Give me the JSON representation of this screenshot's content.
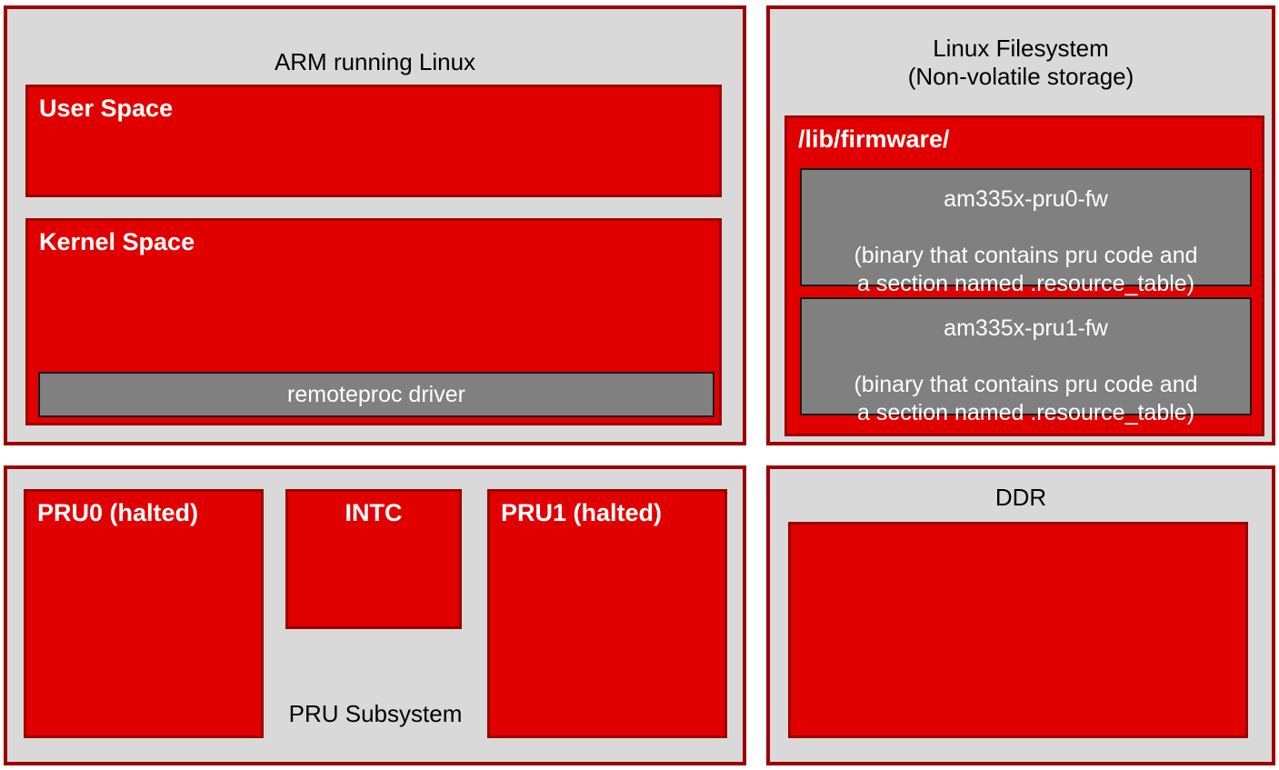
{
  "panels": {
    "arm": {
      "title": "ARM running Linux",
      "user_space": {
        "label": "User Space"
      },
      "kernel_space": {
        "label": "Kernel Space"
      },
      "remoteproc": {
        "label": "remoteproc driver"
      }
    },
    "filesystem": {
      "title": "Linux Filesystem\n(Non-volatile storage)",
      "lib_firmware": {
        "label": "/lib/firmware/"
      },
      "firmware_files": [
        {
          "name": "am335x-pru0-fw",
          "description": "(binary that contains pru code and\na section named .resource_table)"
        },
        {
          "name": "am335x-pru1-fw",
          "description": "(binary that contains pru code and\na section named .resource_table)"
        }
      ]
    },
    "pru_subsystem": {
      "title": "PRU Subsystem",
      "pru0": {
        "label": "PRU0 (halted)"
      },
      "intc": {
        "label": "INTC"
      },
      "pru1": {
        "label": "PRU1 (halted)"
      }
    },
    "ddr": {
      "title": "DDR",
      "memory": {
        "label": ""
      }
    }
  },
  "colors": {
    "panel_border": "#9d0000",
    "panel_fill": "#d9d9d9",
    "block_fill": "#e00000",
    "block_border": "#9d0000",
    "sub_block_fill": "#808080",
    "sub_block_border": "#1a1a1a",
    "text_on_block": "#ffffff",
    "text_on_panel": "#000000",
    "background": "#ffffff"
  }
}
